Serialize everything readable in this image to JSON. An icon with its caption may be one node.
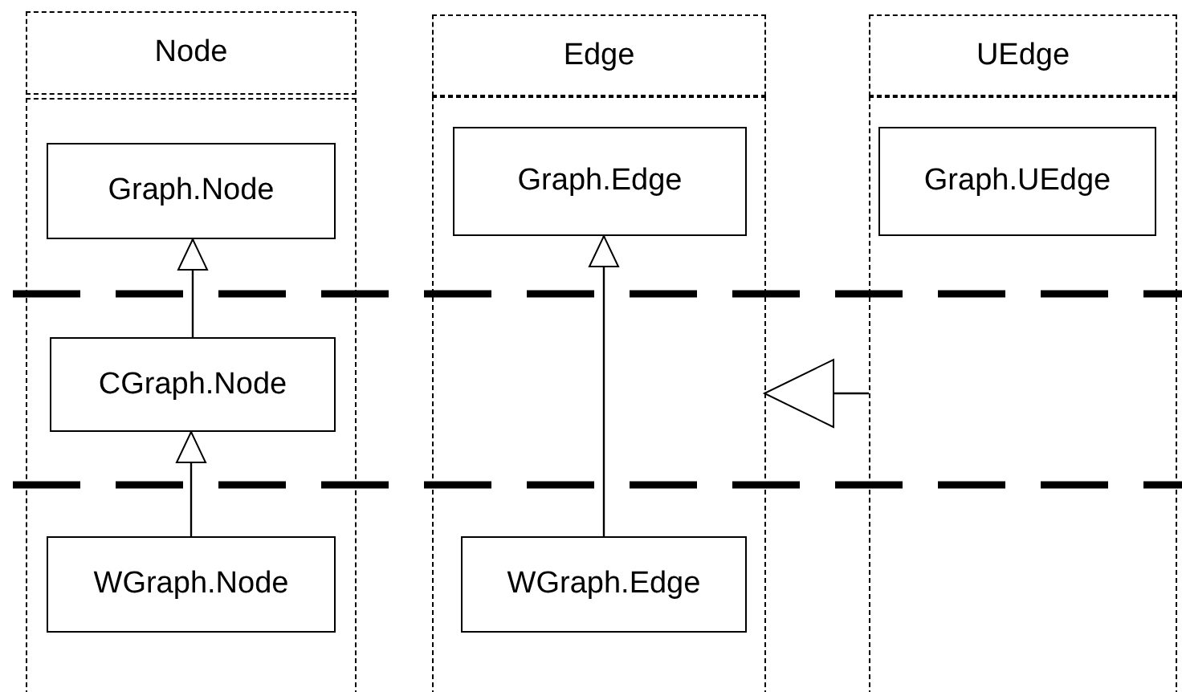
{
  "diagram": {
    "nodes": [
      {
        "text": [
          "Node"
        ]
      },
      {
        "text": [],
        "shape": "box"
      },
      {
        "text": [
          "Graph.Node"
        ],
        "in": 1
      },
      {
        "text": [
          "CGraph.Node"
        ],
        "in": 1
      },
      {
        "text": [
          "WGraph.Node"
        ],
        "in": 1
      },
      {
        "text": [
          "Edge"
        ]
      },
      {
        "text": [],
        "shape": "box"
      },
      {
        "text": [
          "Graph.Edge"
        ],
        "in": 6
      },
      {
        "text": [
          "WGraph.Edge"
        ],
        "in": 6
      },
      {
        "text": [
          "UEdge"
        ]
      },
      {
        "text": [],
        "shape": "box"
      },
      {
        "text": [
          "Graph.UEdge"
        ],
        "in": 10
      }
    ],
    "edges": [
      {
        "from": 3,
        "to": 2,
        "arrow": "to"
      },
      {
        "from": 4,
        "to": 3,
        "arrow": "to"
      },
      {
        "from": 8,
        "to": 7,
        "arrow": "to"
      },
      {
        "from": 10,
        "to": 6,
        "arrow": "to"
      }
    ]
  }
}
